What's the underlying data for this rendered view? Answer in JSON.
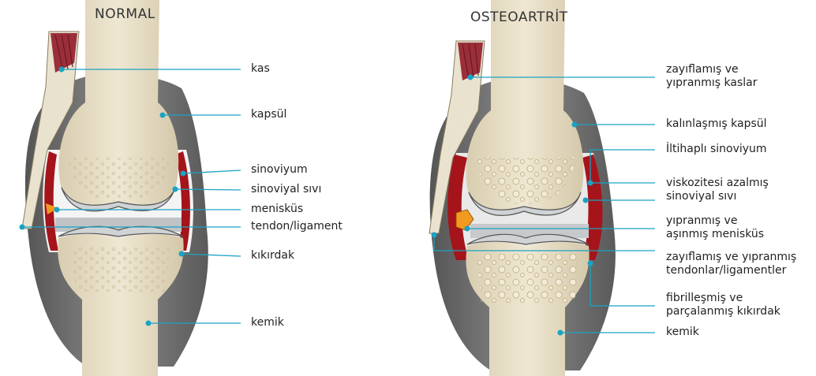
{
  "titles": {
    "normal": "NORMAL",
    "oa": "OSTEOARTRİT"
  },
  "labels_normal": {
    "kas": "kas",
    "kapsul": "kapsül",
    "sinoviyum": "sinoviyum",
    "sivi": "sinoviyal sıvı",
    "menisk": "menisküs",
    "tendon": "tendon/ligament",
    "kikirdak": "kıkırdak",
    "kemik": "kemik"
  },
  "labels_oa": {
    "kaslar": [
      "zayıflamış ve",
      "yıpranmış kaslar"
    ],
    "kapsul": "kalınlaşmış kapsül",
    "sinoviyum": "İltihaplı sinoviyum",
    "sivi": [
      "viskozitesi azalmış",
      "sinoviyal sıvı"
    ],
    "menisk": [
      "yıpranmış ve",
      "aşınmış menisküs"
    ],
    "tendon": [
      "zayıflamış ve yıpranmış",
      "tendonlar/ligamentler"
    ],
    "kikirdak": [
      "fibrilleşmiş ve",
      "parçalanmış kıkırdak"
    ],
    "kemik": "kemik"
  },
  "colors": {
    "leader": "#1aa3c4",
    "capsule": "#6b6b6b",
    "synovium": "#a5141b",
    "bone": "#e6dcc4",
    "meniscus": "#f29a1f"
  }
}
